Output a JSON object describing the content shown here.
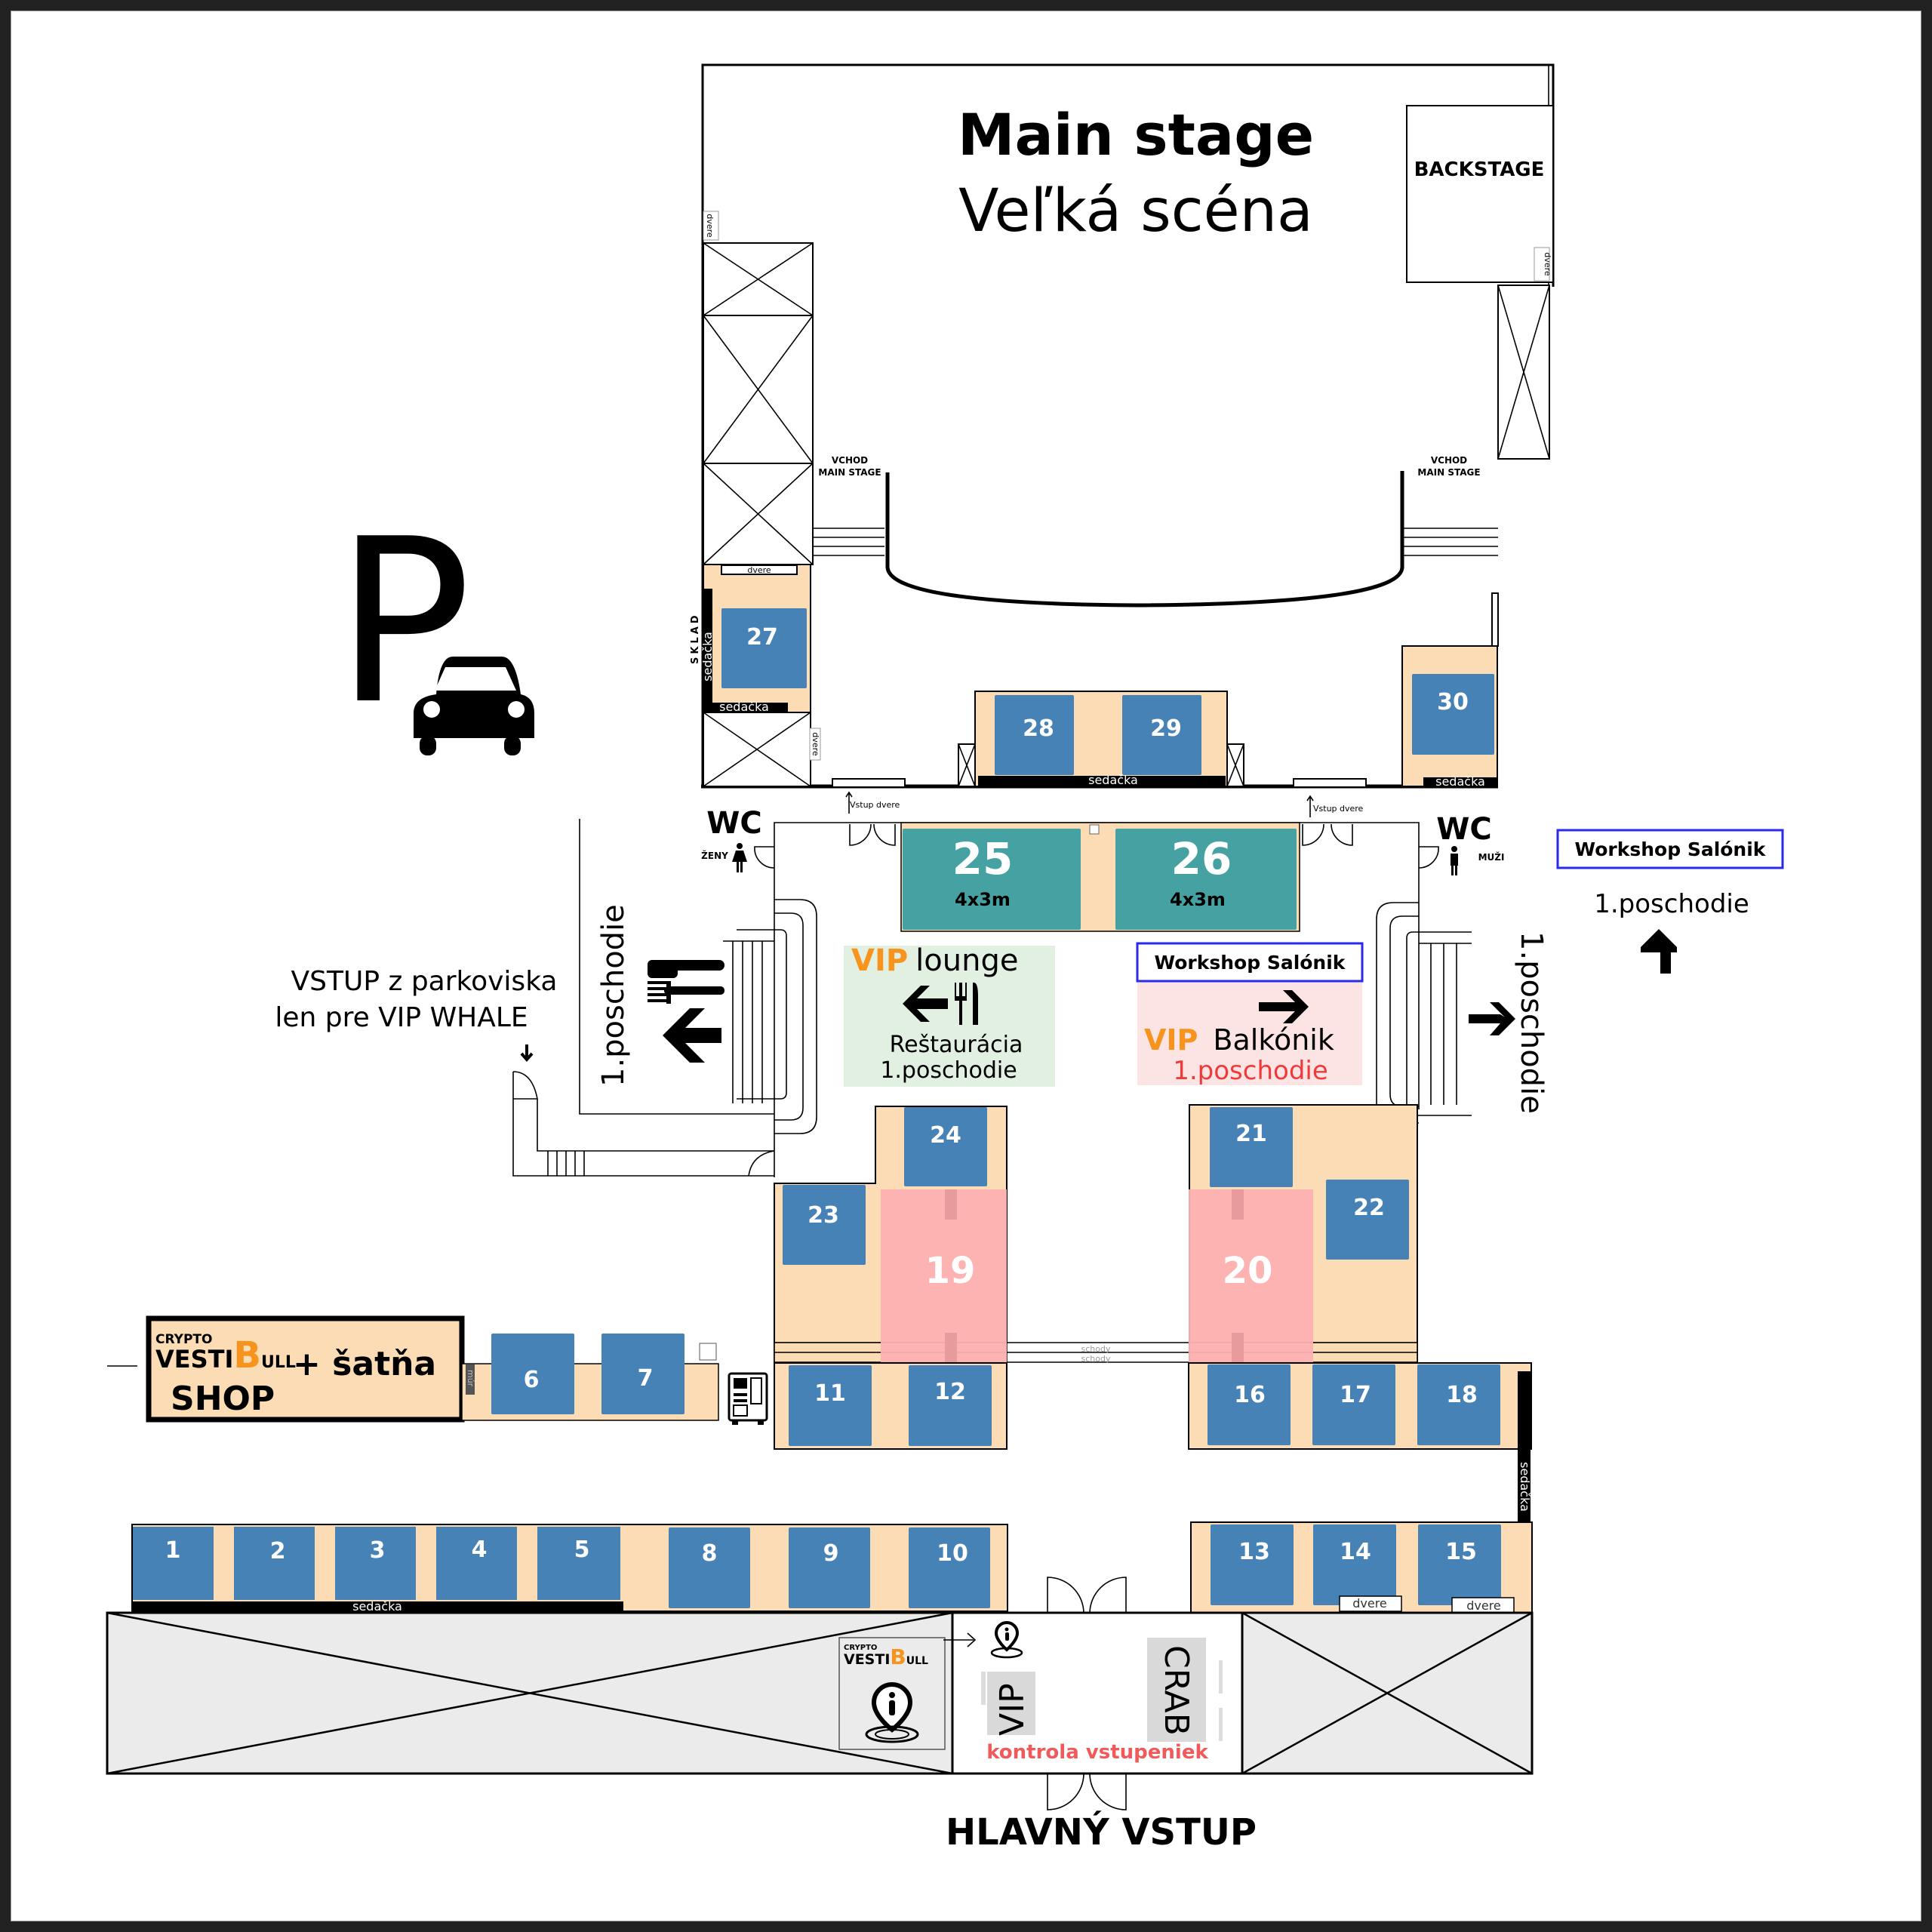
{
  "title": {
    "main_en": "Main stage",
    "main_sk": "Veľká scéna",
    "backstage": "BACKSTAGE"
  },
  "labels": {
    "vchod_main_stage_1": "VCHOD",
    "vchod_main_stage_2": "MAIN STAGE",
    "sklad": "SKLAD",
    "sedacka": "sedačka",
    "dvere": "dvere",
    "vstup_dvere": "Vstup dvere",
    "wc": "WC",
    "zeny": "ŽENY",
    "muzi": "MUŽI",
    "poschodie": "1.poschodie",
    "schody": "schody",
    "mur": "múr",
    "parking_p": "P",
    "vstup_parking_1": "VSTUP  z  parkoviska",
    "vstup_parking_2": "len pre VIP WHALE",
    "hlavny_vstup": "HLAVNÝ VSTUP",
    "kontrola": "kontrola  vstupeniek",
    "vip_gate": "VIP",
    "crab_gate": "CRAB"
  },
  "signs": {
    "vip_lounge": {
      "vip": "VIP",
      "name": "lounge",
      "line1": "Reštaurácia",
      "line2": "1.poschodie"
    },
    "workshop_center": {
      "title": "Workshop Salónik",
      "vip": "VIP",
      "name": "Balkónik",
      "line2": "1.poschodie"
    },
    "workshop_right": {
      "title": "Workshop Salónik",
      "line2": "1.poschodie"
    }
  },
  "shop": {
    "brand_top": "CRYPTO",
    "brand_main_a": "VESTI",
    "brand_main_b": "ULL",
    "plus_label": "+ šatňa",
    "shop_label": "SHOP"
  },
  "booths": {
    "b1": "1",
    "b2": "2",
    "b3": "3",
    "b4": "4",
    "b5": "5",
    "b6": "6",
    "b7": "7",
    "b8": "8",
    "b9": "9",
    "b10": "10",
    "b11": "11",
    "b12": "12",
    "b13": "13",
    "b14": "14",
    "b15": "15",
    "b16": "16",
    "b17": "17",
    "b18": "18",
    "b19": "19",
    "b20": "20",
    "b21": "21",
    "b22": "22",
    "b23": "23",
    "b24": "24",
    "b25": "25",
    "b26": "26",
    "b27": "27",
    "b28": "28",
    "b29": "29",
    "b30": "30",
    "size_25": "4x3m",
    "size_26": "4x3m"
  },
  "colors": {
    "booth_blue": "#4682b6",
    "booth_teal": "#46a2a2",
    "booth_pink": "#fdb0b2",
    "zone_peach": "#fcdcb4",
    "vip_orange": "#f7941d",
    "accent_red": "#f03a3a",
    "workshop_blue": "#2a2ae8",
    "lounge_green": "#e2f0e2",
    "balkonik_pink": "#fde4e4",
    "frame": "#222222"
  }
}
